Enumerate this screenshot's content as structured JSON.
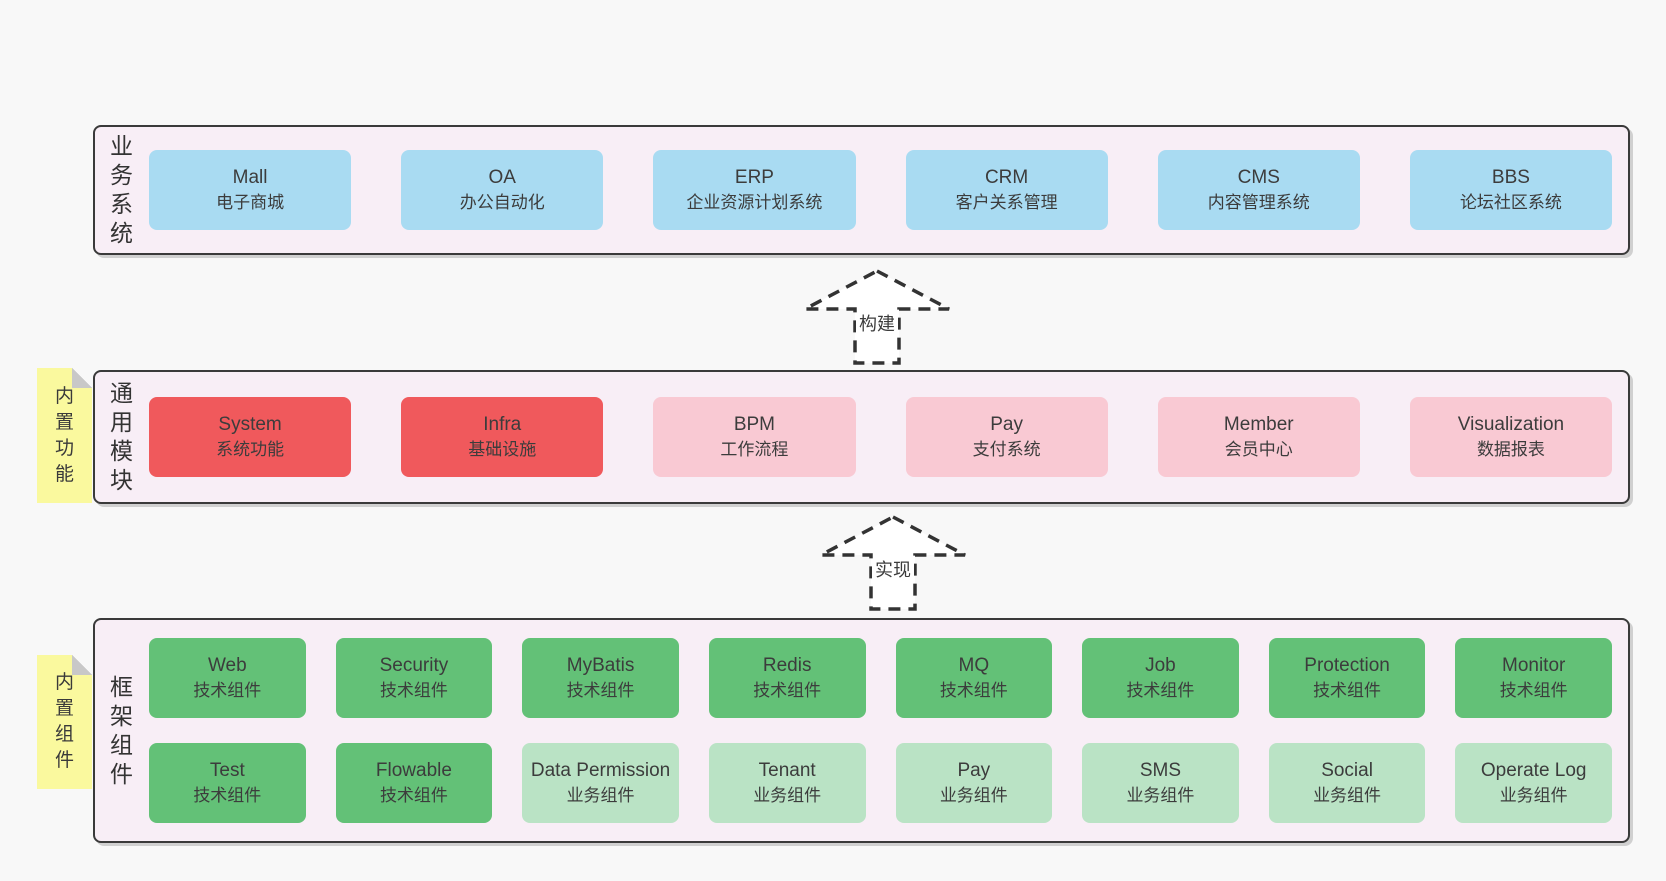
{
  "colors": {
    "background": "#f8f8f8",
    "panel_fill": "#f8eef6",
    "panel_border": "#3a3a3a",
    "blue_box": "#a9dbf2",
    "red_box": "#f0595c",
    "pink_box": "#f9c9d3",
    "green_box": "#63c177",
    "green_light_box": "#bae3c5",
    "sticky_yellow": "#faf99e",
    "text": "#3c3c3c"
  },
  "arrows": [
    {
      "label": "构建"
    },
    {
      "label": "实现"
    }
  ],
  "sections": [
    {
      "id": "business-systems",
      "label": "业务系统",
      "boxes": [
        {
          "name": "Mall",
          "desc": "电子商城",
          "type": "blue"
        },
        {
          "name": "OA",
          "desc": "办公自动化",
          "type": "blue"
        },
        {
          "name": "ERP",
          "desc": "企业资源计划系统",
          "type": "blue"
        },
        {
          "name": "CRM",
          "desc": "客户关系管理",
          "type": "blue"
        },
        {
          "name": "CMS",
          "desc": "内容管理系统",
          "type": "blue"
        },
        {
          "name": "BBS",
          "desc": "论坛社区系统",
          "type": "blue"
        }
      ]
    },
    {
      "id": "common-modules",
      "label": "通用模块",
      "sticky": "内置功能",
      "boxes": [
        {
          "name": "System",
          "desc": "系统功能",
          "type": "red"
        },
        {
          "name": "Infra",
          "desc": "基础设施",
          "type": "red"
        },
        {
          "name": "BPM",
          "desc": "工作流程",
          "type": "pink"
        },
        {
          "name": "Pay",
          "desc": "支付系统",
          "type": "pink"
        },
        {
          "name": "Member",
          "desc": "会员中心",
          "type": "pink"
        },
        {
          "name": "Visualization",
          "desc": "数据报表",
          "type": "pink"
        }
      ]
    },
    {
      "id": "framework-components",
      "label": "框架组件",
      "sticky": "内置组件",
      "rows": [
        [
          {
            "name": "Web",
            "desc": "技术组件",
            "type": "green"
          },
          {
            "name": "Security",
            "desc": "技术组件",
            "type": "green"
          },
          {
            "name": "MyBatis",
            "desc": "技术组件",
            "type": "green"
          },
          {
            "name": "Redis",
            "desc": "技术组件",
            "type": "green"
          },
          {
            "name": "MQ",
            "desc": "技术组件",
            "type": "green"
          },
          {
            "name": "Job",
            "desc": "技术组件",
            "type": "green"
          },
          {
            "name": "Protection",
            "desc": "技术组件",
            "type": "green"
          },
          {
            "name": "Monitor",
            "desc": "技术组件",
            "type": "green"
          }
        ],
        [
          {
            "name": "Test",
            "desc": "技术组件",
            "type": "green"
          },
          {
            "name": "Flowable",
            "desc": "技术组件",
            "type": "green"
          },
          {
            "name": "Data Permission",
            "desc": "业务组件",
            "type": "green-light"
          },
          {
            "name": "Tenant",
            "desc": "业务组件",
            "type": "green-light"
          },
          {
            "name": "Pay",
            "desc": "业务组件",
            "type": "green-light"
          },
          {
            "name": "SMS",
            "desc": "业务组件",
            "type": "green-light"
          },
          {
            "name": "Social",
            "desc": "业务组件",
            "type": "green-light"
          },
          {
            "name": "Operate Log",
            "desc": "业务组件",
            "type": "green-light"
          }
        ]
      ]
    }
  ]
}
